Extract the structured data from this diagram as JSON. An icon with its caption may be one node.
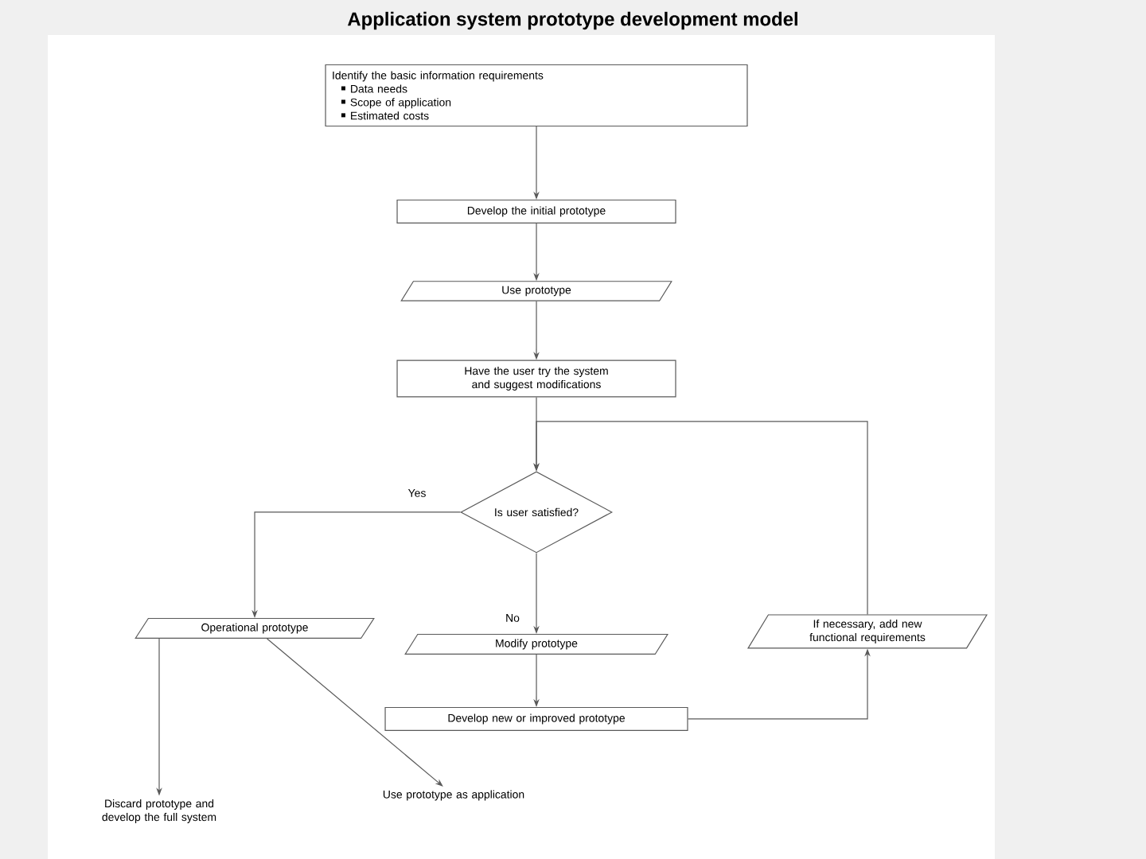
{
  "diagram": {
    "title": "Application system prototype development model",
    "nodes": [
      {
        "text": [
          "Identify the basic information requirements",
          "Data needs",
          "Scope of application",
          "Estimated costs"
        ]
      },
      {
        "text": [
          "Develop the initial prototype"
        ]
      },
      {
        "text": [
          "Use prototype"
        ]
      },
      {
        "text": [
          "Have the user try the system and suggest modifications"
        ]
      },
      {
        "text": [
          "Is user satisfied?"
        ]
      },
      {
        "text": [
          "Operational prototype"
        ]
      },
      {
        "text": [
          "Modify prototype"
        ]
      },
      {
        "text": [
          "Develop new or improved prototype"
        ]
      },
      {
        "text": [
          "If necessary, add new functional requirements"
        ]
      },
      {
        "text": [
          "Discard prototype and develop the full system"
        ]
      },
      {
        "text": [
          "Use prototype as application"
        ]
      }
    ],
    "edges": [
      {
        "from": 0,
        "to": 1,
        "arrow": "to"
      },
      {
        "from": 1,
        "to": 2,
        "arrow": "to"
      },
      {
        "from": 2,
        "to": 3,
        "arrow": "to"
      },
      {
        "from": 3,
        "to": 4,
        "arrow": "to"
      },
      {
        "from": 4,
        "to": 5,
        "arrow": "to",
        "label": "Yes"
      },
      {
        "from": 4,
        "to": 6,
        "arrow": "to",
        "label": "No"
      },
      {
        "from": 6,
        "to": 7,
        "arrow": "to"
      },
      {
        "from": 7,
        "to": 8,
        "arrow": "to"
      },
      {
        "from": 8,
        "to": 4,
        "arrow": "to"
      },
      {
        "from": 5,
        "to": 9,
        "arrow": "to"
      },
      {
        "from": 5,
        "to": 10,
        "arrow": "to"
      }
    ]
  }
}
